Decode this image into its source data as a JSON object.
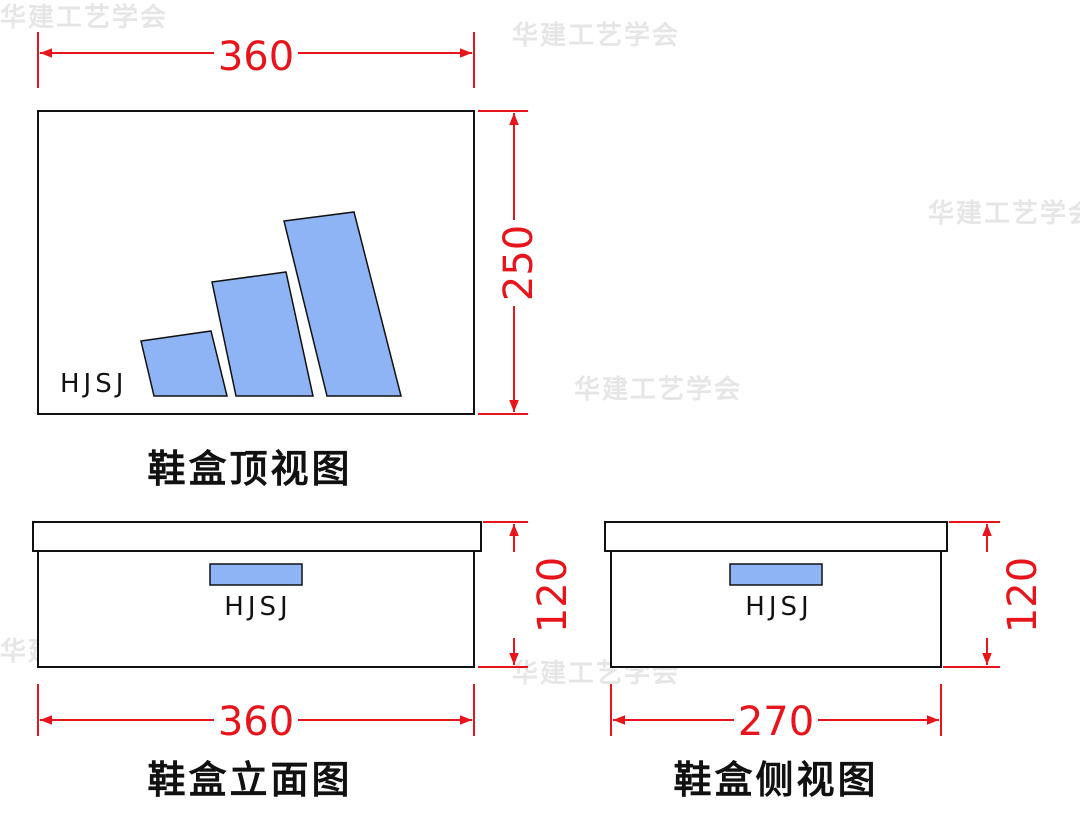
{
  "colors": {
    "dimension": "#e8141b",
    "outline": "#111111",
    "fill": "#8fb4f5",
    "watermark": "#e6e6e6"
  },
  "watermark": {
    "text": "华建工艺学会"
  },
  "top_view": {
    "title": "鞋盒顶视图",
    "width_dim": "360",
    "depth_dim": "250",
    "logo_text": "HJSJ"
  },
  "front_view": {
    "title": "鞋盒立面图",
    "width_dim": "360",
    "height_dim": "120",
    "logo_text": "HJSJ"
  },
  "side_view": {
    "title": "鞋盒侧视图",
    "width_dim": "270",
    "height_dim": "120",
    "logo_text": "HJSJ"
  }
}
